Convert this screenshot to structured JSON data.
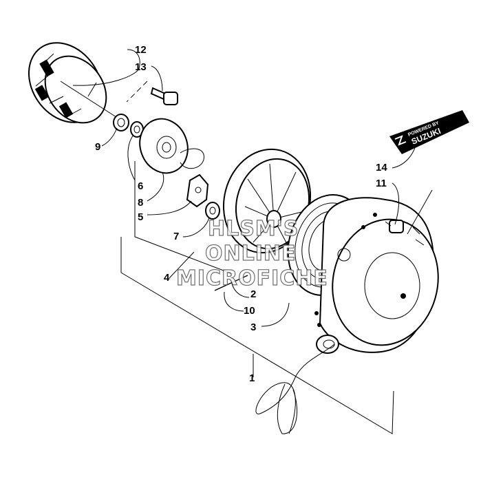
{
  "callouts": [
    {
      "id": "c12",
      "text": "12"
    },
    {
      "id": "c13",
      "text": "13"
    },
    {
      "id": "c9",
      "text": "9"
    },
    {
      "id": "c6",
      "text": "6"
    },
    {
      "id": "c8",
      "text": "8"
    },
    {
      "id": "c5",
      "text": "5"
    },
    {
      "id": "c7",
      "text": "7"
    },
    {
      "id": "c4",
      "text": "4"
    },
    {
      "id": "c2",
      "text": "2"
    },
    {
      "id": "c10",
      "text": "10"
    },
    {
      "id": "c3",
      "text": "3"
    },
    {
      "id": "c14",
      "text": "14"
    },
    {
      "id": "c11",
      "text": "11"
    },
    {
      "id": "c1",
      "text": "1"
    }
  ],
  "decal": {
    "line1": "POWERED BY",
    "line2": "SUZUKI"
  },
  "watermark": {
    "line1": "HLSM'S",
    "line2": "ONLINE",
    "line3": "MICROFICHE"
  }
}
